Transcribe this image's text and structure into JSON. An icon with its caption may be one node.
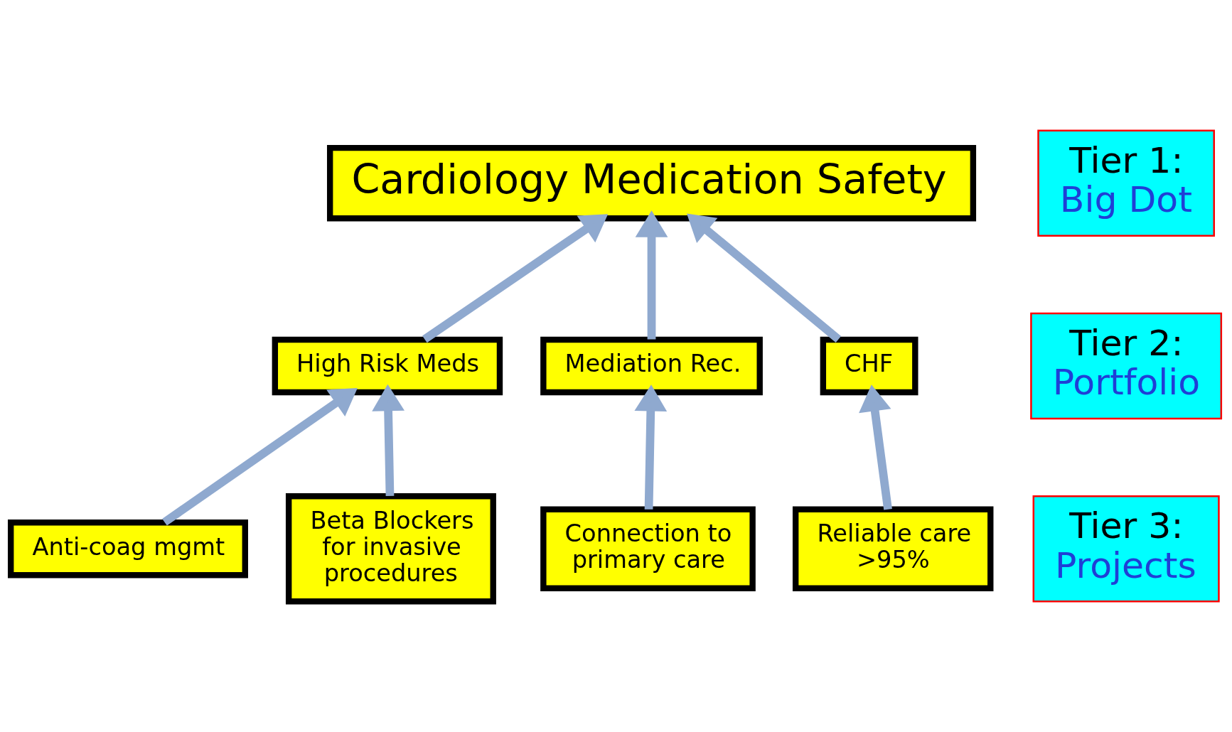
{
  "diagram": {
    "nodes": [
      {
        "text": [
          "Cardiology Medication Safety"
        ]
      },
      {
        "text": [
          "High Risk Meds"
        ]
      },
      {
        "text": [
          "Mediation Rec."
        ]
      },
      {
        "text": [
          "CHF"
        ]
      },
      {
        "text": [
          "Anti-coag mgmt"
        ]
      },
      {
        "text": [
          "Beta Blockers for invasive procedures"
        ]
      },
      {
        "text": [
          "Connection to primary care"
        ]
      },
      {
        "text": [
          "Reliable care >95%"
        ]
      },
      {
        "text": [
          "Tier 1:",
          "Big Dot"
        ]
      },
      {
        "text": [
          "Tier 2:",
          "Portfolio"
        ]
      },
      {
        "text": [
          "Tier 3:",
          "Projects"
        ]
      }
    ],
    "edges": [
      {
        "from": 1,
        "to": 0,
        "arrow": "to"
      },
      {
        "from": 2,
        "to": 0,
        "arrow": "to"
      },
      {
        "from": 3,
        "to": 0,
        "arrow": "to"
      },
      {
        "from": 4,
        "to": 1,
        "arrow": "to"
      },
      {
        "from": 5,
        "to": 1,
        "arrow": "to"
      },
      {
        "from": 6,
        "to": 2,
        "arrow": "to"
      },
      {
        "from": 7,
        "to": 3,
        "arrow": "to"
      }
    ]
  }
}
